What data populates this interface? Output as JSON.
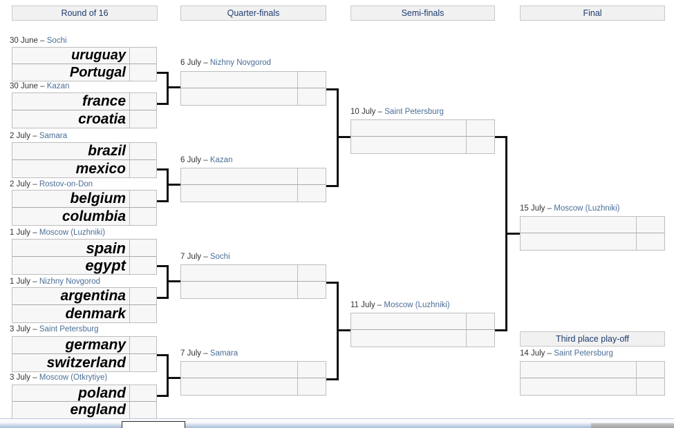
{
  "headers": [
    {
      "label": "Round of 16"
    },
    {
      "label": "Quarter-finals"
    },
    {
      "label": "Semi-finals"
    },
    {
      "label": "Final"
    },
    {
      "label": "Third place play-off"
    }
  ],
  "round_of_16": [
    {
      "date": "30 June",
      "dash": "–",
      "venue": "Sochi",
      "top": {
        "team": "uruguay",
        "score": ""
      },
      "bottom": {
        "team": "Portugal",
        "score": ""
      }
    },
    {
      "date": "30 June",
      "dash": "–",
      "venue": "Kazan",
      "top": {
        "team": "france",
        "score": ""
      },
      "bottom": {
        "team": "croatia",
        "score": ""
      }
    },
    {
      "date": "2 July",
      "dash": "–",
      "venue": "Samara",
      "top": {
        "team": "brazil",
        "score": ""
      },
      "bottom": {
        "team": "mexico",
        "score": ""
      }
    },
    {
      "date": "2 July",
      "dash": "–",
      "venue": "Rostov-on-Don",
      "top": {
        "team": "belgium",
        "score": ""
      },
      "bottom": {
        "team": "columbia",
        "score": ""
      }
    },
    {
      "date": "1 July",
      "dash": "–",
      "venue": "Moscow (Luzhniki)",
      "top": {
        "team": "spain",
        "score": ""
      },
      "bottom": {
        "team": "egypt",
        "score": ""
      }
    },
    {
      "date": "1 July",
      "dash": "–",
      "venue": "Nizhny Novgorod",
      "top": {
        "team": "argentina",
        "score": ""
      },
      "bottom": {
        "team": "denmark",
        "score": ""
      }
    },
    {
      "date": "3 July",
      "dash": "–",
      "venue": "Saint Petersburg",
      "top": {
        "team": "germany",
        "score": ""
      },
      "bottom": {
        "team": "switzerland",
        "score": ""
      }
    },
    {
      "date": "3 July",
      "dash": "–",
      "venue": "Moscow (Otkrytiye)",
      "top": {
        "team": "poland",
        "score": ""
      },
      "bottom": {
        "team": "england",
        "score": ""
      }
    }
  ],
  "quarter_finals": [
    {
      "date": "6 July",
      "dash": "–",
      "venue": "Nizhny Novgorod",
      "top": {
        "team": "",
        "score": ""
      },
      "bottom": {
        "team": "",
        "score": ""
      }
    },
    {
      "date": "6 July",
      "dash": "–",
      "venue": "Kazan",
      "top": {
        "team": "",
        "score": ""
      },
      "bottom": {
        "team": "",
        "score": ""
      }
    },
    {
      "date": "7 July",
      "dash": "–",
      "venue": "Sochi",
      "top": {
        "team": "",
        "score": ""
      },
      "bottom": {
        "team": "",
        "score": ""
      }
    },
    {
      "date": "7 July",
      "dash": "–",
      "venue": "Samara",
      "top": {
        "team": "",
        "score": ""
      },
      "bottom": {
        "team": "",
        "score": ""
      }
    }
  ],
  "semi_finals": [
    {
      "date": "10 July",
      "dash": "–",
      "venue": "Saint Petersburg",
      "top": {
        "team": "",
        "score": ""
      },
      "bottom": {
        "team": "",
        "score": ""
      }
    },
    {
      "date": "11 July",
      "dash": "–",
      "venue": "Moscow (Luzhniki)",
      "top": {
        "team": "",
        "score": ""
      },
      "bottom": {
        "team": "",
        "score": ""
      }
    }
  ],
  "final": {
    "date": "15 July",
    "dash": "–",
    "venue": "Moscow (Luzhniki)",
    "top": {
      "team": "",
      "score": ""
    },
    "bottom": {
      "team": "",
      "score": ""
    }
  },
  "third_place": {
    "date": "14 July",
    "dash": "–",
    "venue": "Saint Petersburg",
    "top": {
      "team": "",
      "score": ""
    },
    "bottom": {
      "team": "",
      "score": ""
    }
  },
  "colors": {
    "header_fill": "#f1f1f1",
    "header_text": "#1c3a6e",
    "box_fill": "#f7f7f7",
    "box_border": "#bdbdbd",
    "venue_link": "#4a6e96",
    "connector": "#101010"
  }
}
